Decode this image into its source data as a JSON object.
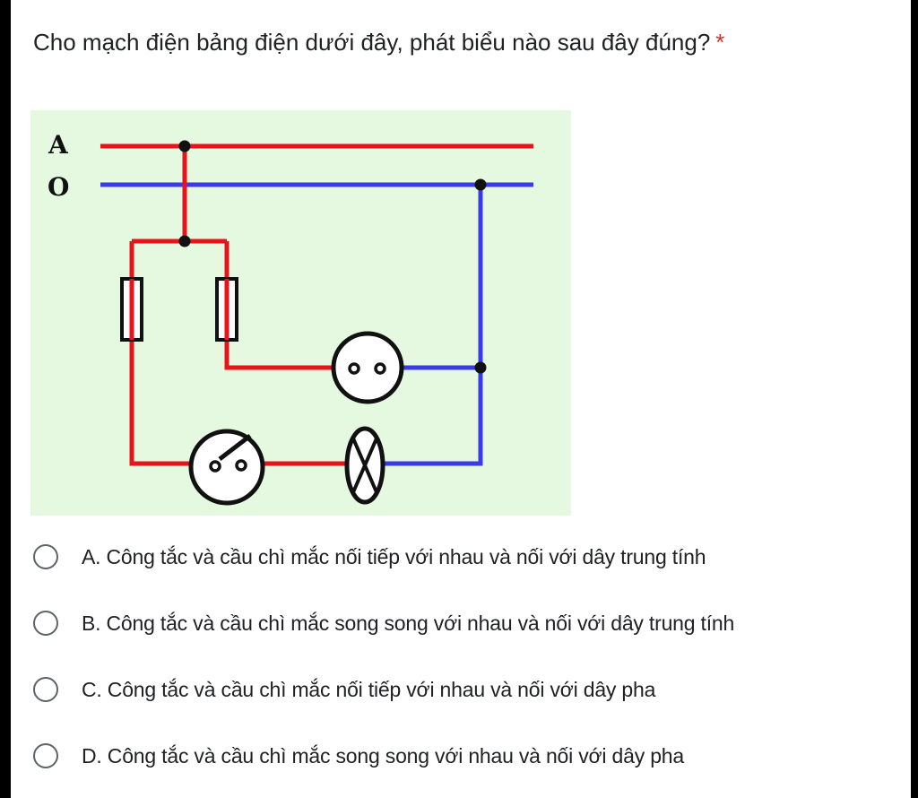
{
  "question": {
    "text": "Cho mạch điện bảng điện dưới đây, phát biểu nào sau đây đúng?",
    "required_marker": "*"
  },
  "diagram": {
    "background_color": "#e5f9e0",
    "phase_wire_color": "#e8141c",
    "neutral_wire_color": "#3a3ae8",
    "labels": {
      "phase": "A",
      "neutral": "O"
    },
    "components": [
      "fuse-icon",
      "fuse-icon",
      "socket-icon",
      "switch-icon",
      "lamp-icon"
    ]
  },
  "options": [
    {
      "label": "A. Công tắc và cầu chì mắc nối tiếp với nhau và nối với dây trung tính"
    },
    {
      "label": "B. Công tắc và cầu chì mắc song song với nhau và nối với dây trung tính"
    },
    {
      "label": "C. Công tắc và cầu chì mắc nối tiếp với nhau và nối với dây pha"
    },
    {
      "label": "D. Công tắc và cầu chì mắc song song với nhau và nối với dây pha"
    }
  ]
}
